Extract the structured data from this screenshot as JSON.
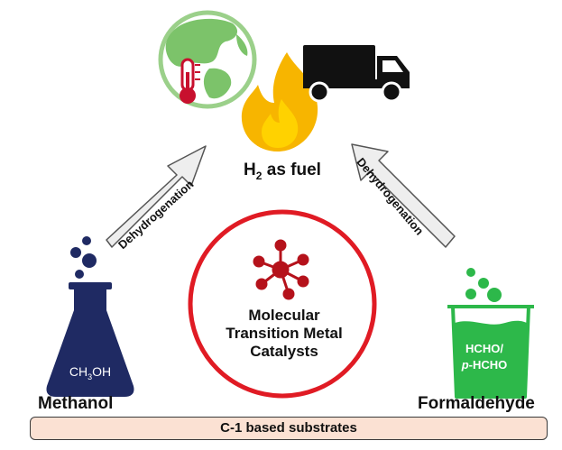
{
  "fuel": {
    "label_main": "H",
    "label_sub": "2",
    "label_rest": " as fuel"
  },
  "arrows": {
    "left_label": "Dehydrogenation",
    "right_label": "Dehydrogenation"
  },
  "catalyst": {
    "line1": "Molecular",
    "line2": "Transition Metal",
    "line3": "Catalysts"
  },
  "methanol": {
    "formula_a": "CH",
    "formula_sub": "3",
    "formula_b": "OH",
    "name": "Methanol"
  },
  "formaldehyde": {
    "formula_line1": "HCHO/",
    "formula_line2_italic": "p",
    "formula_line2_rest": "-HCHO",
    "name": "Formaldehyde"
  },
  "substrates_bar": {
    "label": "C-1 based substrates"
  },
  "colors": {
    "globe_outline": "#9bd08a",
    "globe_land": "#7cc36a",
    "thermometer": "#c8102e",
    "flame_outer": "#f7b500",
    "flame_inner": "#ffd200",
    "truck": "#111111",
    "arrow_fill": "#eeeeee",
    "catalyst_ring": "#e01b24",
    "molecule": "#b5121b",
    "flask": "#1f2a63",
    "beaker": "#2db84a",
    "bar_fill": "#fbe1d3"
  },
  "icons": [
    "globe-icon",
    "thermometer-icon",
    "flame-icon",
    "truck-icon",
    "molecule-icon",
    "flask-icon",
    "beaker-icon"
  ]
}
